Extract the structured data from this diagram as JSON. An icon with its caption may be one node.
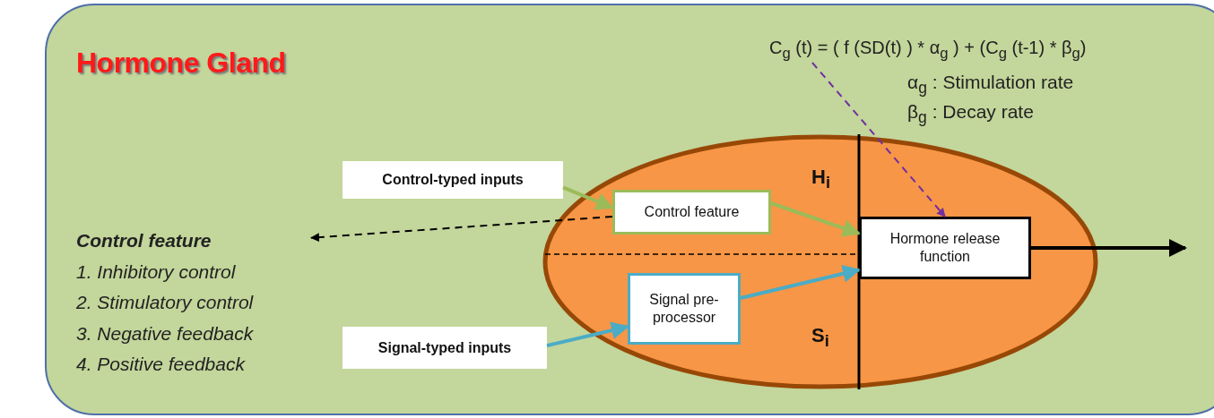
{
  "diagram": {
    "nodes": [
      {
        "text": [
          "Hormone Gland"
        ]
      },
      {
        "text": [],
        "shape": "ellipse",
        "in": 0
      },
      {
        "text": [
          "Control-typed inputs"
        ],
        "in": 0
      },
      {
        "text": [
          "Control feature"
        ],
        "in": 1
      },
      {
        "text": [
          "Signal pre-processor"
        ],
        "in": 1
      },
      {
        "text": [
          "Hormone release function"
        ],
        "in": 1
      },
      {
        "text": [
          "Signal-typed inputs"
        ],
        "in": 0
      },
      {
        "text": [
          "Control feature",
          "1. Inhibitory control",
          "2. Stimulatory control",
          "3. Negative feedback",
          "4. Positive feedback"
        ],
        "in": 0
      },
      {
        "text": [
          "C$_{g}$ (t) = ( f (SD(t) ) * α$_{g}$ ) + (C$_{g}$ (t-1) * β$_{g}$)"
        ],
        "in": 0
      }
    ],
    "edges": [
      {
        "from": 2,
        "to": 3,
        "arrow": "to",
        "color": "#9bbb59"
      },
      {
        "from": 3,
        "to": 5,
        "arrow": "to",
        "color": "#9bbb59"
      },
      {
        "from": 6,
        "to": 4,
        "arrow": "to",
        "color": "#4bacc6"
      },
      {
        "from": 4,
        "to": 5,
        "arrow": "to",
        "color": "#4bacc6"
      },
      {
        "from": 3,
        "to": 7,
        "arrow": "to",
        "style": "dashed",
        "color": "#000000"
      },
      {
        "from": 8,
        "to": 5,
        "arrow": "to",
        "style": "dashed",
        "color": "#7030a0"
      },
      {
        "from": 5,
        "to": null,
        "arrow": "to",
        "color": "#000000"
      }
    ],
    "labels": [
      "α$_{g}$ : Stimulation rate",
      "β$_{g}$ : Decay rate",
      "H$_{i}$",
      "S$_{i}$"
    ]
  }
}
